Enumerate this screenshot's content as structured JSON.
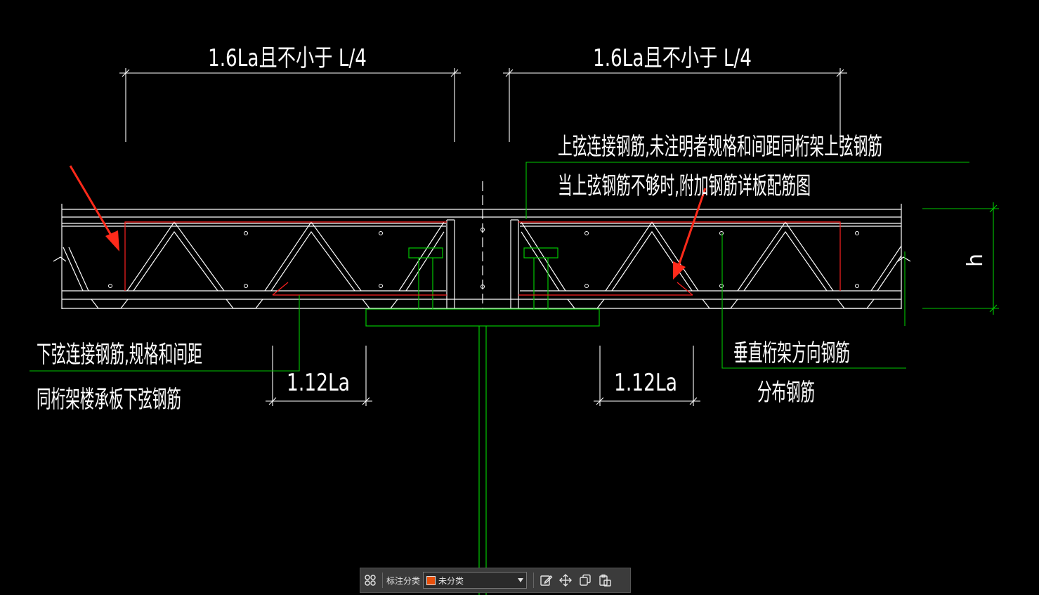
{
  "drawing": {
    "dim_top_left": "1.6La且不小于 L/4",
    "dim_top_right": "1.6La且不小于 L/4",
    "dim_bottom_left": "1.12La",
    "dim_bottom_right": "1.12La",
    "dim_height": "h",
    "note_top_line1": "上弦连接钢筋,未注明者规格和间距同桁架上弦钢筋",
    "note_top_line2": "当上弦钢筋不够时,附加钢筋详板配筋图",
    "note_left_line1": "下弦连接钢筋,规格和间距",
    "note_left_line2": "同桁架楼承板下弦钢筋",
    "note_right_line1": "垂直桁架方向钢筋",
    "note_right_line2": "分布钢筋"
  },
  "colors": {
    "background": "#000000",
    "lines": "#ffffff",
    "leaders": "#00c800",
    "rebar": "#ff2020",
    "arrows": "#ff2a1a",
    "swatch": "#e8500c"
  },
  "toolbar": {
    "label": "标注分类",
    "select_value": "未分类",
    "icons": [
      "grid-icon",
      "edit-icon",
      "move-icon",
      "copy-icon",
      "paste-icon"
    ]
  }
}
